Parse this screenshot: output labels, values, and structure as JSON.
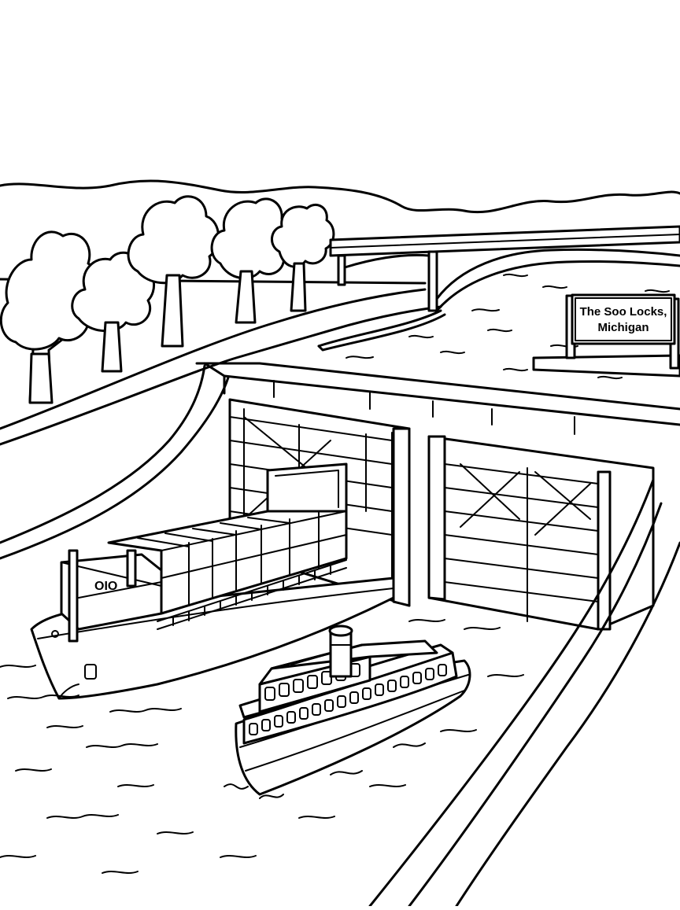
{
  "sign": {
    "line1": "The Soo Locks,",
    "line2": "Michigan"
  },
  "cargo_ship": {
    "marking": "OIO"
  },
  "colors": {
    "ink": "#000000",
    "paper": "#ffffff"
  }
}
